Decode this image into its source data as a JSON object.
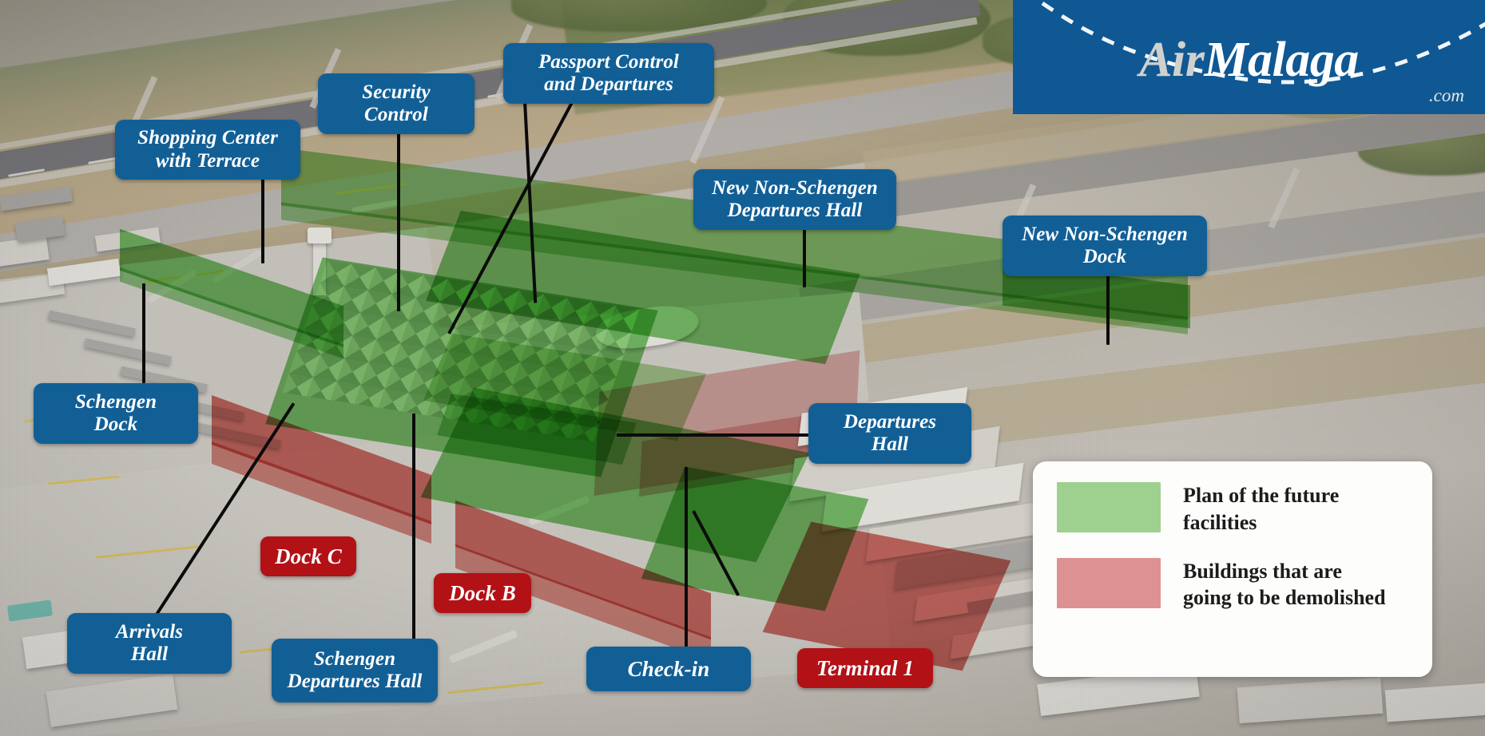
{
  "brand": {
    "name_part1": "Air",
    "name_part2": "Malaga",
    "tld": ".com",
    "bg_color": "#0f5894",
    "arc_icon": "dashed-flight-path-icon"
  },
  "colors": {
    "label_blue": "#125f96",
    "label_red": "#b21116",
    "plan_green": "#9ed090",
    "demolish_red": "#dd9191"
  },
  "callouts": [
    {
      "id": "shopping-center-with-terrace",
      "text": "Shopping Center\nwith Terrace",
      "style": "blue"
    },
    {
      "id": "security-control",
      "text": "Security\nControl",
      "style": "blue"
    },
    {
      "id": "passport-control-and-departures",
      "text": "Passport Control\nand Departures",
      "style": "blue"
    },
    {
      "id": "new-non-schengen-departures-hall",
      "text": "New Non-Schengen\nDepartures Hall",
      "style": "blue"
    },
    {
      "id": "new-non-schengen-dock",
      "text": "New Non-Schengen\nDock",
      "style": "blue"
    },
    {
      "id": "schengen-dock",
      "text": "Schengen\nDock",
      "style": "blue"
    },
    {
      "id": "departures-hall",
      "text": "Departures\nHall",
      "style": "blue"
    },
    {
      "id": "arrivals-hall",
      "text": "Arrivals\nHall",
      "style": "blue"
    },
    {
      "id": "schengen-departures-hall",
      "text": "Schengen\nDepartures Hall",
      "style": "blue"
    },
    {
      "id": "check-in",
      "text": "Check-in",
      "style": "blue"
    },
    {
      "id": "dock-c",
      "text": "Dock C",
      "style": "red"
    },
    {
      "id": "dock-b",
      "text": "Dock B",
      "style": "red"
    },
    {
      "id": "terminal-1",
      "text": "Terminal 1",
      "style": "red"
    }
  ],
  "legend": {
    "items": [
      {
        "swatch_color": "#9ed090",
        "text": "Plan of the future facilities"
      },
      {
        "swatch_color": "#dd9191",
        "text": "Buildings that are going to be demolished"
      }
    ]
  }
}
